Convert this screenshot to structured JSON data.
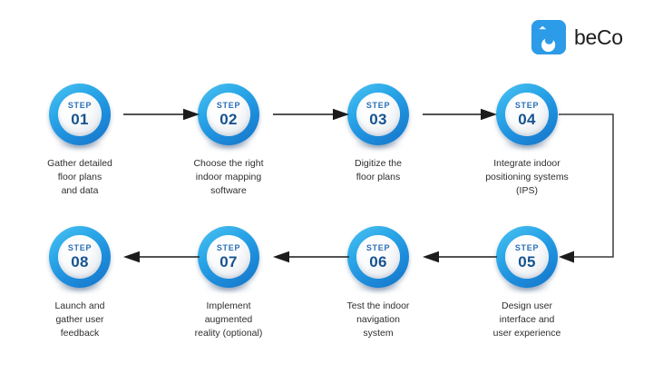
{
  "brand": {
    "logo_icon": "beco-b-logo-icon",
    "name": "beCo",
    "logo_color": "#2C9BE8"
  },
  "colors": {
    "ring_light": "#4FC3F2",
    "ring_dark": "#1573C6",
    "number_text": "#17538F",
    "step_word_text": "#2A6FB5",
    "caption_text": "#2e2e2e",
    "arrow": "#3a3a3a",
    "background": "#ffffff"
  },
  "flow": {
    "direction_top_row": "left-to-right",
    "direction_bottom_row": "right-to-left",
    "step_word": "STEP"
  },
  "steps": [
    {
      "number": "01",
      "word": "STEP",
      "caption": "Gather detailed\nfloor plans\nand data"
    },
    {
      "number": "02",
      "word": "STEP",
      "caption": "Choose the right\nindoor mapping\nsoftware"
    },
    {
      "number": "03",
      "word": "STEP",
      "caption": "Digitize the\nfloor plans"
    },
    {
      "number": "04",
      "word": "STEP",
      "caption": "Integrate indoor\npositioning systems\n(IPS)"
    },
    {
      "number": "05",
      "word": "STEP",
      "caption": "Design user\ninterface and\nuser experience"
    },
    {
      "number": "06",
      "word": "STEP",
      "caption": "Test the indoor\nnavigation\nsystem"
    },
    {
      "number": "07",
      "word": "STEP",
      "caption": "Implement\naugmented\nreality (optional)"
    },
    {
      "number": "08",
      "word": "STEP",
      "caption": "Launch and\ngather user\nfeedback"
    }
  ],
  "connectors": [
    {
      "name": "arrow-step-01-to-02",
      "direction": "right"
    },
    {
      "name": "arrow-step-02-to-03",
      "direction": "right"
    },
    {
      "name": "arrow-step-03-to-04",
      "direction": "right"
    },
    {
      "name": "elbow-step-04-to-05",
      "direction": "down-then-left"
    },
    {
      "name": "arrow-step-05-to-06",
      "direction": "left"
    },
    {
      "name": "arrow-step-06-to-07",
      "direction": "left"
    },
    {
      "name": "arrow-step-07-to-08",
      "direction": "left"
    }
  ]
}
